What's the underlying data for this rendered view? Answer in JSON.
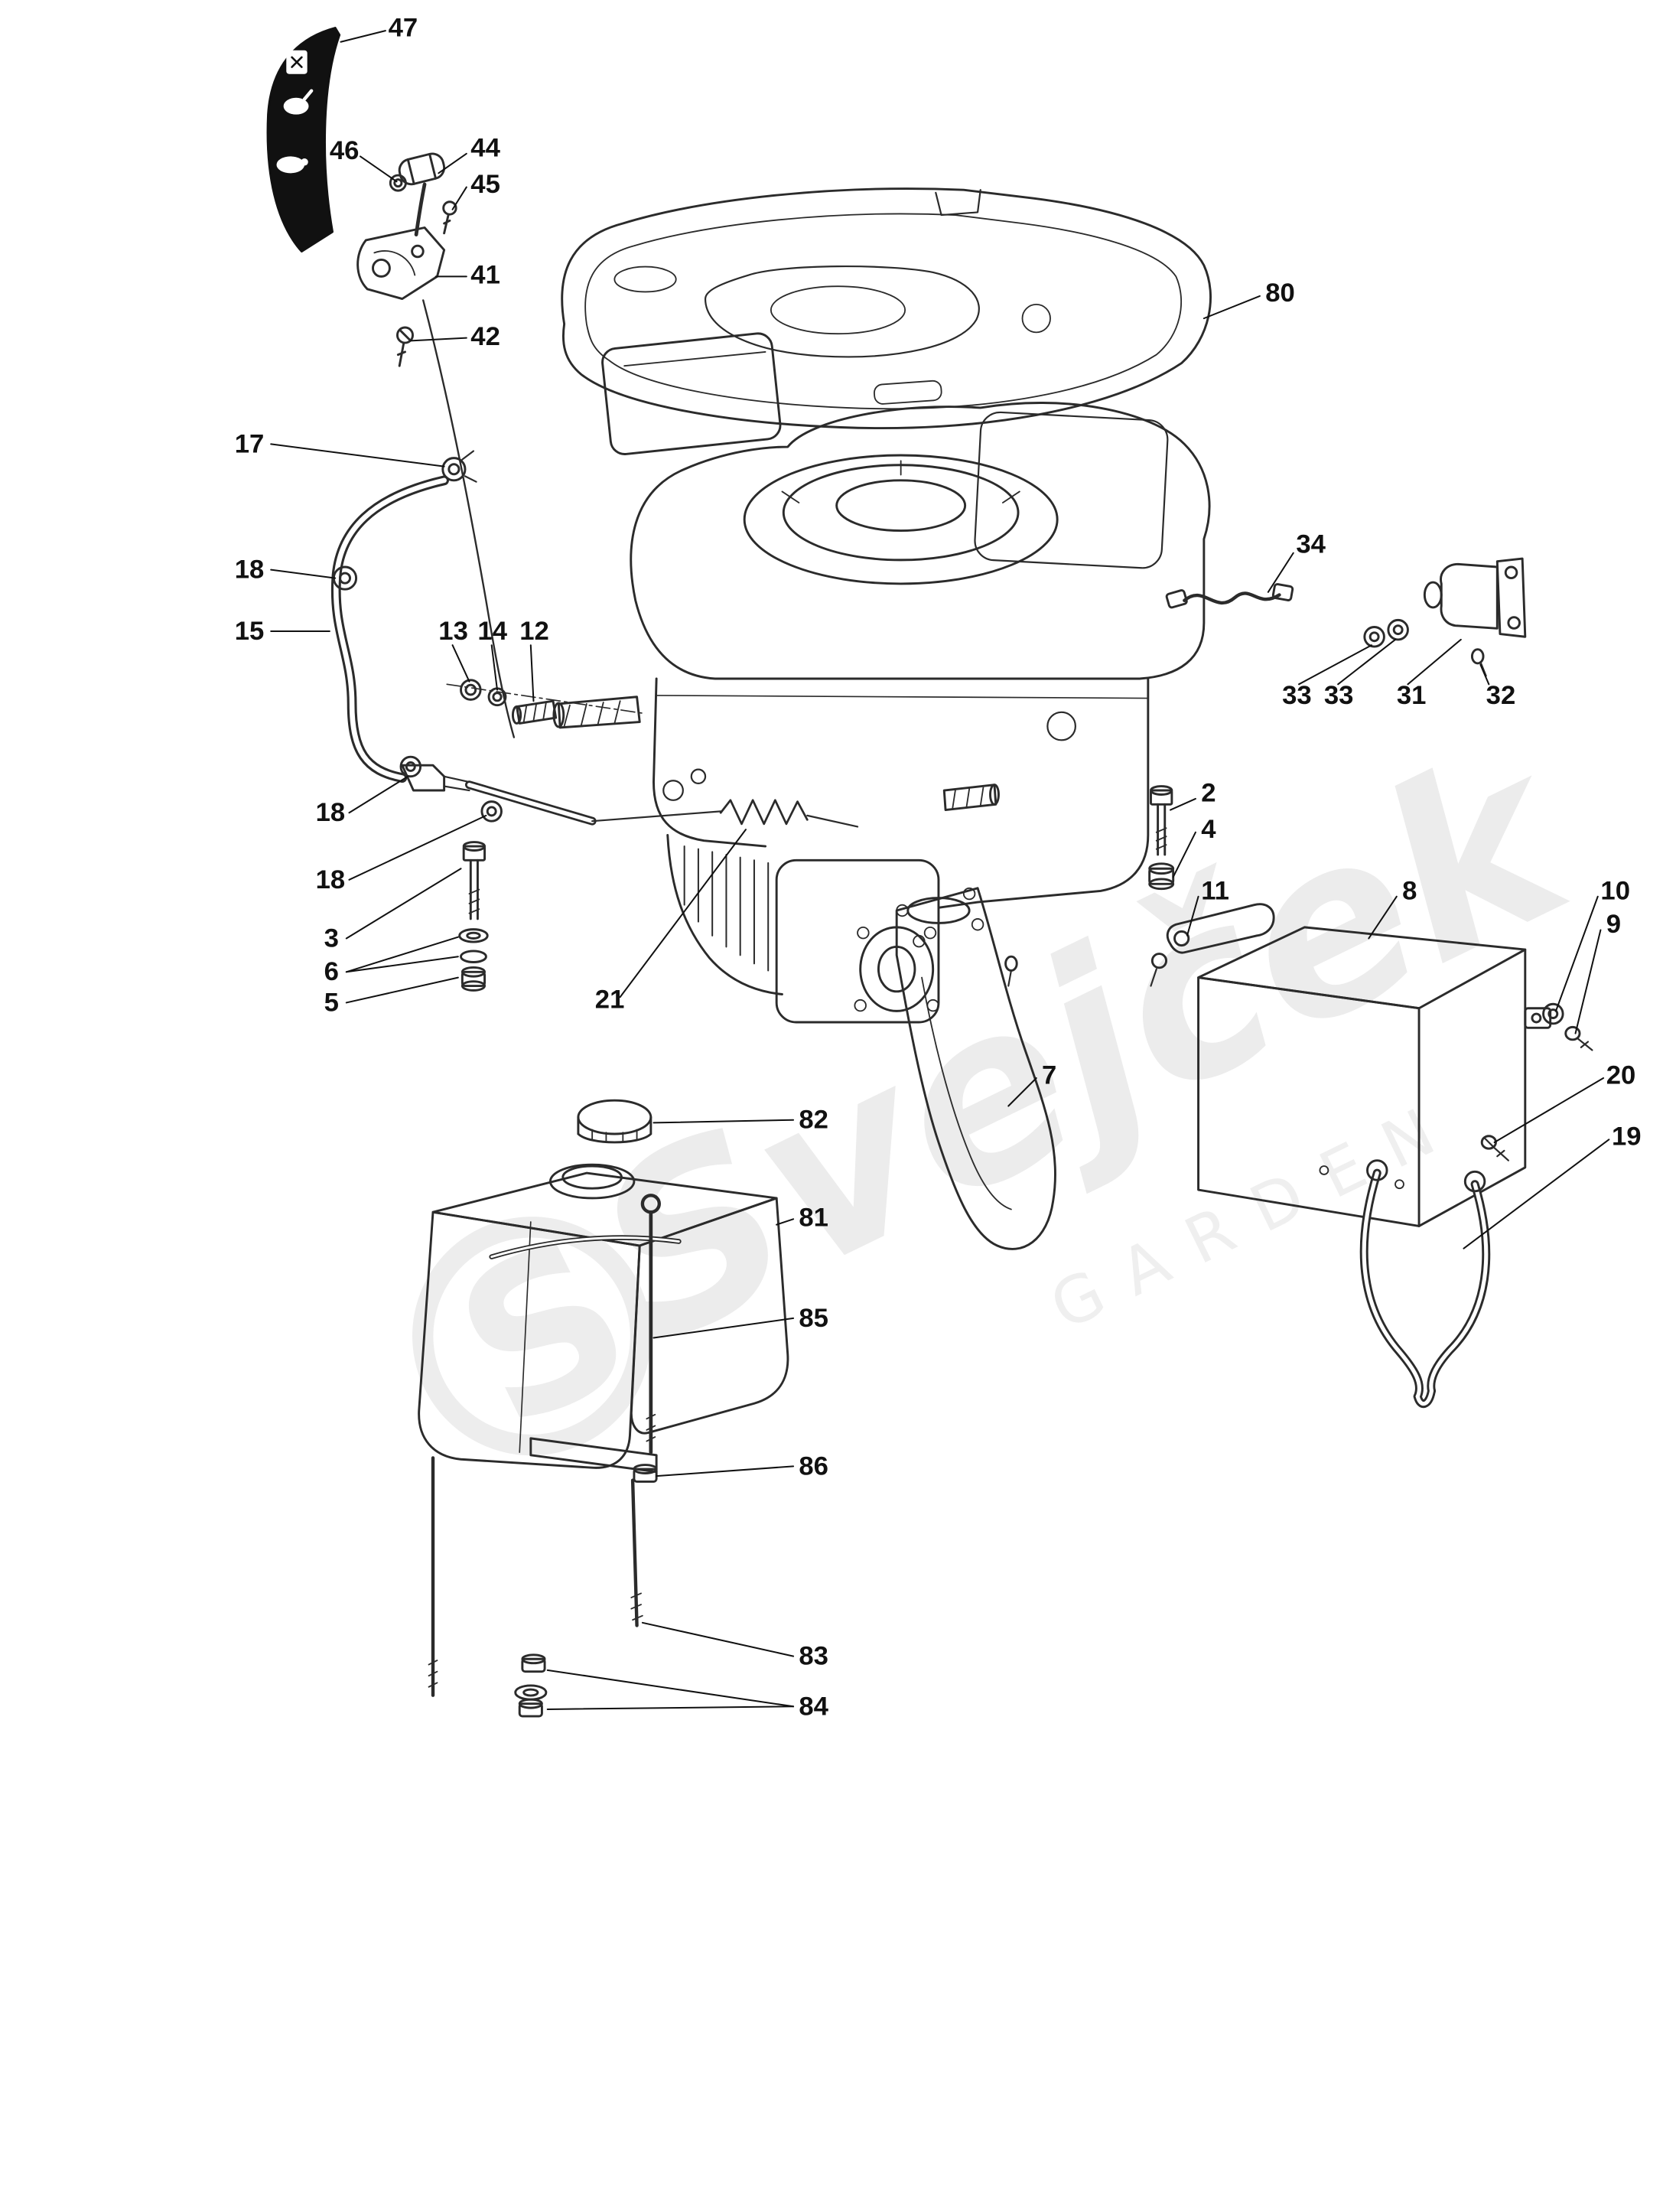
{
  "colors": {
    "background": "#ffffff",
    "line": "#2b2b2b",
    "watermark": "#ececec"
  },
  "watermark": {
    "logo": "S",
    "brand": "Svejček",
    "tagline": "GARDEN"
  },
  "labels": {
    "p47": "47",
    "p46": "46",
    "p44": "44",
    "p45": "45",
    "p41": "41",
    "p42": "42",
    "p17": "17",
    "p18a": "18",
    "p15": "15",
    "p18b": "18",
    "p18c": "18",
    "p13": "13",
    "p14": "14",
    "p12": "12",
    "p80": "80",
    "p34": "34",
    "p33a": "33",
    "p33b": "33",
    "p31": "31",
    "p32": "32",
    "p2": "2",
    "p4": "4",
    "p11": "11",
    "p8": "8",
    "p10": "10",
    "p9": "9",
    "p3": "3",
    "p6": "6",
    "p5": "5",
    "p21": "21",
    "p7": "7",
    "p82": "82",
    "p81": "81",
    "p85": "85",
    "p86": "86",
    "p83": "83",
    "p84": "84",
    "p20": "20",
    "p19": "19"
  }
}
